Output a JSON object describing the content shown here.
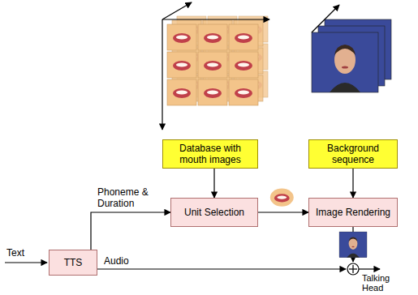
{
  "diagram": {
    "nodes": [
      {
        "text": [
          "TTS"
        ]
      },
      {
        "text": [
          "Database with mouth images"
        ]
      },
      {
        "text": [
          "Unit Selection"
        ]
      },
      {
        "text": [
          "Background sequence"
        ]
      },
      {
        "text": [
          "Image Rendering"
        ]
      }
    ],
    "edges": [
      {
        "from": 0,
        "to": 2,
        "arrow": "to",
        "label": "Phoneme & Duration"
      },
      {
        "from": 1,
        "to": 2,
        "arrow": "to"
      },
      {
        "from": 2,
        "to": 4,
        "arrow": "to"
      },
      {
        "from": 3,
        "to": 4,
        "arrow": "to"
      }
    ],
    "labels": [
      "Text",
      "Audio",
      "Talking Head"
    ]
  }
}
